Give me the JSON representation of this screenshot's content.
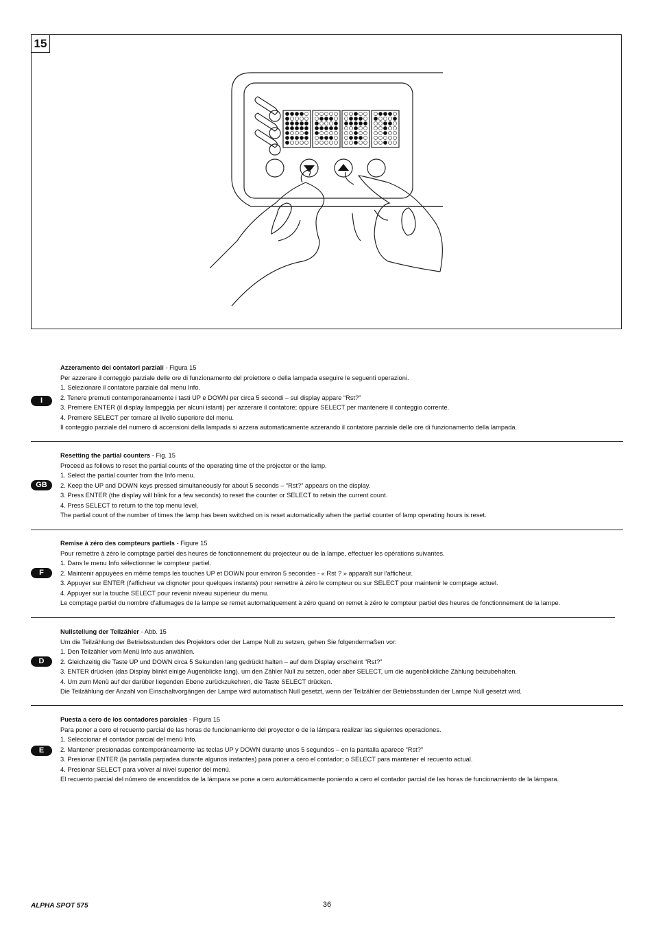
{
  "figure": {
    "number": "15"
  },
  "sections": [
    {
      "lang": "I",
      "title": "Azzeramento dei contatori parziali",
      "ref": " - Figura 15",
      "lines": [
        "Per azzerare il conteggio parziale delle ore di funzionamento del proiettore o della lampada eseguire le seguenti operazioni.",
        "1. Selezionare il contatore parziale dal menu Info.",
        "2. Tenere premuti contemporaneamente i tasti UP e DOWN per circa 5 secondi – sul display appare “Rst?”",
        "3. Premere ENTER (il display lampeggia per alcuni istanti) per azzerare il contatore; oppure SELECT per mantenere il conteggio corrente.",
        "4. Premere SELECT per tornare al livello superiore del menu.",
        "Il conteggio parziale del numero di accensioni della lampada si azzera automaticamente azzerando il contatore parziale delle ore di funzionamento della lampada."
      ]
    },
    {
      "lang": "GB",
      "title": "Resetting the partial counters",
      "ref": " - Fig. 15",
      "lines": [
        "Proceed as follows to reset the partial counts of the operating time of the projector or the lamp.",
        "1. Select the partial counter from the Info menu.",
        "2. Keep the UP and DOWN keys pressed simultaneously for about 5 seconds – “Rst?” appears on the display.",
        "3. Press ENTER (the display will blink for a few seconds) to reset the counter or SELECT to retain the current count.",
        "4. Press SELECT to return to the top menu level.",
        "The partial count of the number of times the lamp has been switched on is reset automatically when the partial counter of lamp operating hours is reset."
      ]
    },
    {
      "lang": "F",
      "title": "Remise à zéro des compteurs partiels",
      "ref": " - Figure 15",
      "lines": [
        "Pour remettre à zéro le comptage partiel des heures de fonctionnement du projecteur ou de la lampe, effectuer les opérations suivantes.",
        "1. Dans le menu Info sélectionner le compteur partiel.",
        "2. Maintenir appuyées en même temps les touches UP et DOWN pour environ 5 secondes - « Rst ? » apparaît sur l'afficheur.",
        "3. Appuyer sur ENTER (l'afficheur va clignoter pour quelques instants) pour remettre à zéro le compteur ou sur SELECT pour maintenir le comptage actuel.",
        "4. Appuyer sur la touche SELECT pour revenir niveau supérieur du menu.",
        "Le comptage partiel du nombre d’allumages de la lampe se remet automatiquement à zéro quand on remet à zéro le compteur partiel des heures de fonctionnement de la lampe."
      ]
    },
    {
      "lang": "D",
      "title": "Nullstellung der Teilzähler",
      "ref": " - Abb. 15",
      "lines": [
        "Um die Teilzählung der Betriebsstunden des Projektors oder der Lampe Null zu setzen, gehen Sie folgendermaßen vor:",
        "1. Den Teilzähler vom Menü Info aus anwählen.",
        "2. Gleichzeitig die Taste UP und DOWN circa 5 Sekunden lang gedrückt halten – auf dem Display erscheint “Rst?”",
        "3. ENTER drücken (das Display blinkt einige Augenblicke lang), um den Zähler Null zu setzen, oder aber SELECT, um die augenblickliche Zählung beizubehalten.",
        "4.  Um zum Menü auf der darüber liegenden Ebene zurückzukehren, die Taste SELECT drücken.",
        "Die Teilzählung der Anzahl von Einschaltvorgängen der Lampe wird automatisch Null gesetzt, wenn der Teilzähler der Betriebsstunden der Lampe Null gesetzt wird."
      ]
    },
    {
      "lang": "E",
      "title": "Puesta a cero de los contadores parciales",
      "ref": " - Figura 15",
      "lines": [
        "Para poner a cero el recuento parcial de las horas de funcionamiento del proyector o de la lámpara realizar las siguientes operaciones.",
        "1. Seleccionar el contador parcial del menú Info.",
        "2. Mantener presionadas contemporáneamente las teclas UP y DOWN durante unos 5 segundos – en la pantalla aparece “Rst?”",
        "3. Presionar ENTER (la pantalla parpadea durante algunos instantes) para poner a cero el contador; o SELECT para mantener el recuento actual.",
        "4. Presionar SELECT para volver al nivel superior del menú.",
        "El recuento parcial del número de encendidos de la lámpara se pone a cero automáticamente poniendo a cero el contador parcial de las horas de funcionamiento de la lámpara."
      ]
    }
  ],
  "footer": {
    "model": "ALPHA SPOT 575",
    "page": "36"
  }
}
